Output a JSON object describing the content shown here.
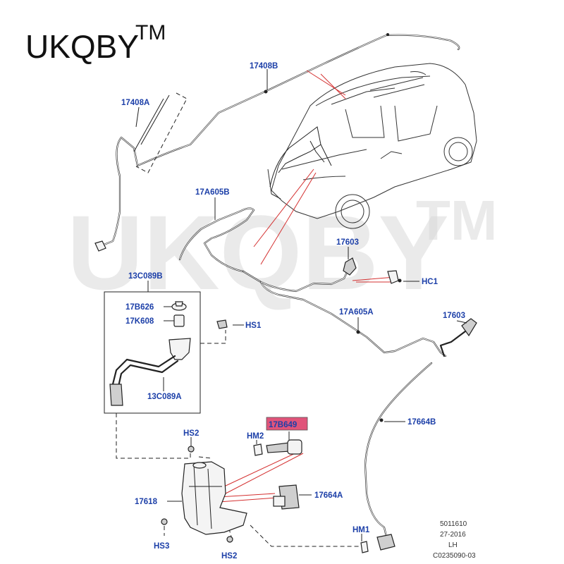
{
  "brand": {
    "text": "UKQBY",
    "tm": "TM"
  },
  "watermark": {
    "text": "UKQBY",
    "tm": "TM"
  },
  "labels": {
    "l17408B": "17408B",
    "l17408A": "17408A",
    "l17A605B": "17A605B",
    "l17603a": "17603",
    "lHC1": "HC1",
    "l13C089B": "13C089B",
    "l17B626": "17B626",
    "l17K608": "17K608",
    "lHS1": "HS1",
    "l17A605A": "17A605A",
    "l17603b": "17603",
    "l13C089A": "13C089A",
    "l17664B": "17664B",
    "l17B649": "17B649",
    "lHS2a": "HS2",
    "lHM2": "HM2",
    "l17618": "17618",
    "l17664A": "17664A",
    "lHS3": "HS3",
    "lHS2b": "HS2",
    "lHM1": "HM1"
  },
  "reference": {
    "line1": "5011610",
    "line2": "27-2016",
    "line3": "LH",
    "line4": "C0235090-03"
  },
  "colors": {
    "label": "#1c3fa8",
    "highlight": "#e0547a",
    "leader_red": "#d43030"
  }
}
